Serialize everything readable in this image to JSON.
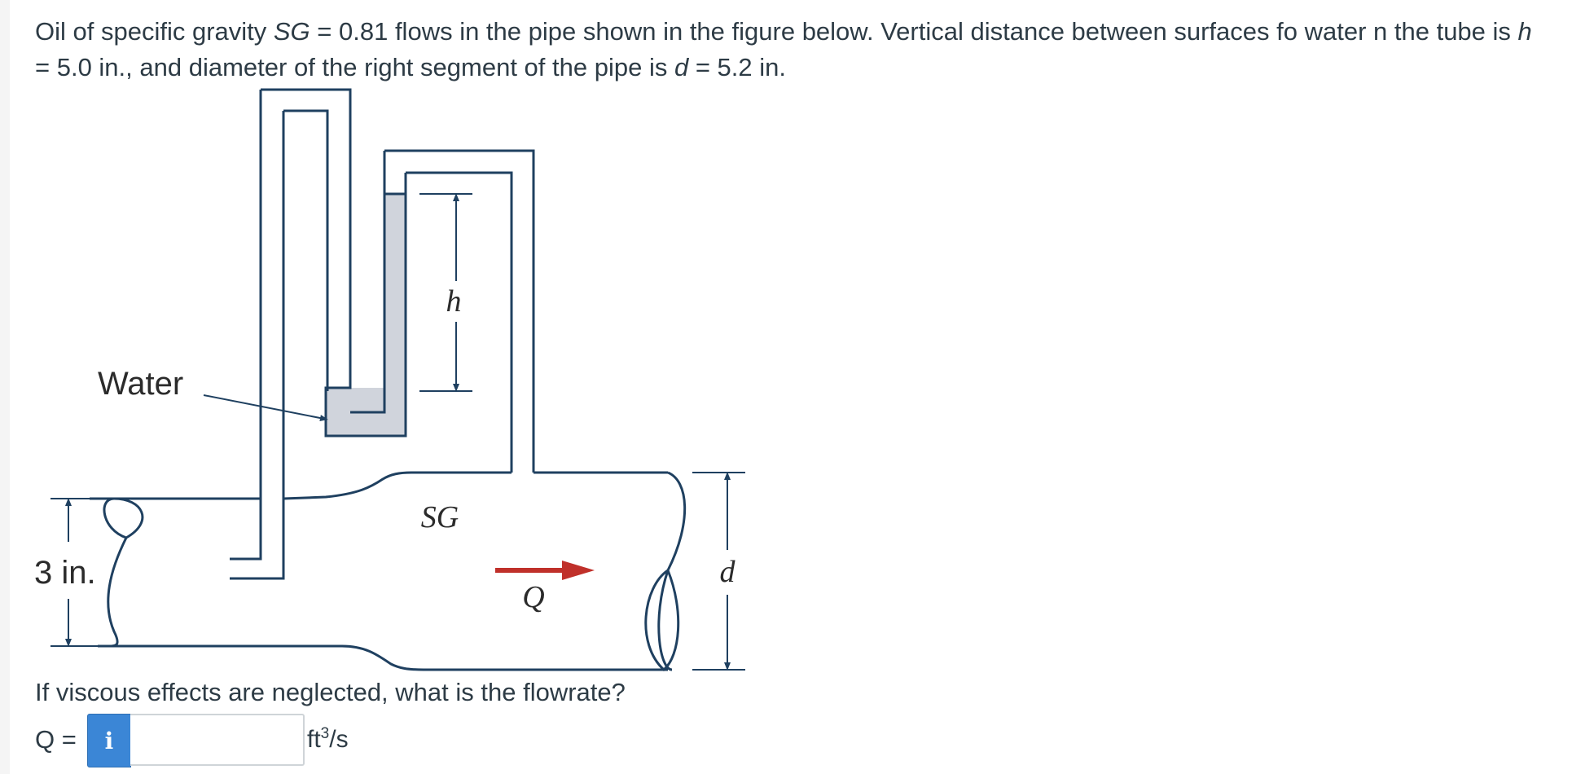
{
  "question": {
    "p1": "Oil of specific gravity ",
    "sg_sym": "SG",
    "p2": " = 0.81 flows in the pipe shown in the figure below. Vertical distance between surfaces fo water n the tube is ",
    "h_sym": "h",
    "p3": " = 5.0 in., and diameter of the right segment of the pipe is ",
    "d_sym": "d",
    "p4": " = 5.2 in."
  },
  "figure": {
    "water_label": "Water",
    "h_label": "h",
    "sg_label": "SG",
    "q_label": "Q",
    "left_dim_label": "3 in.",
    "right_dim_label": "d",
    "colors": {
      "outline": "#1f4060",
      "water_fill": "#d0d4dc",
      "flow_arrow": "#c0302a"
    }
  },
  "prompt": "If viscous effects are neglected, what is the flowrate?",
  "answer": {
    "label": "Q =",
    "info_icon_glyph": "i",
    "value": "",
    "unit_base": "ft",
    "unit_exp": "3",
    "unit_tail": "/s"
  }
}
